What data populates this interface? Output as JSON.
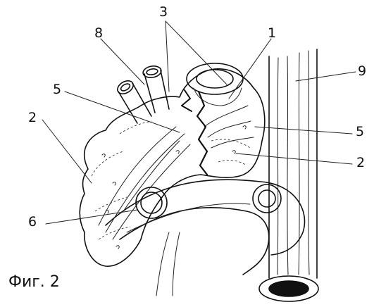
{
  "figure": {
    "caption": "Фиг. 2",
    "labels": [
      {
        "id": "label-1",
        "text": "1"
      },
      {
        "id": "label-2-left",
        "text": "2"
      },
      {
        "id": "label-2-right",
        "text": "2"
      },
      {
        "id": "label-3",
        "text": "3"
      },
      {
        "id": "label-5-left",
        "text": "5"
      },
      {
        "id": "label-5-right",
        "text": "5"
      },
      {
        "id": "label-6",
        "text": "6"
      },
      {
        "id": "label-8",
        "text": "8"
      },
      {
        "id": "label-9",
        "text": "9"
      }
    ]
  }
}
